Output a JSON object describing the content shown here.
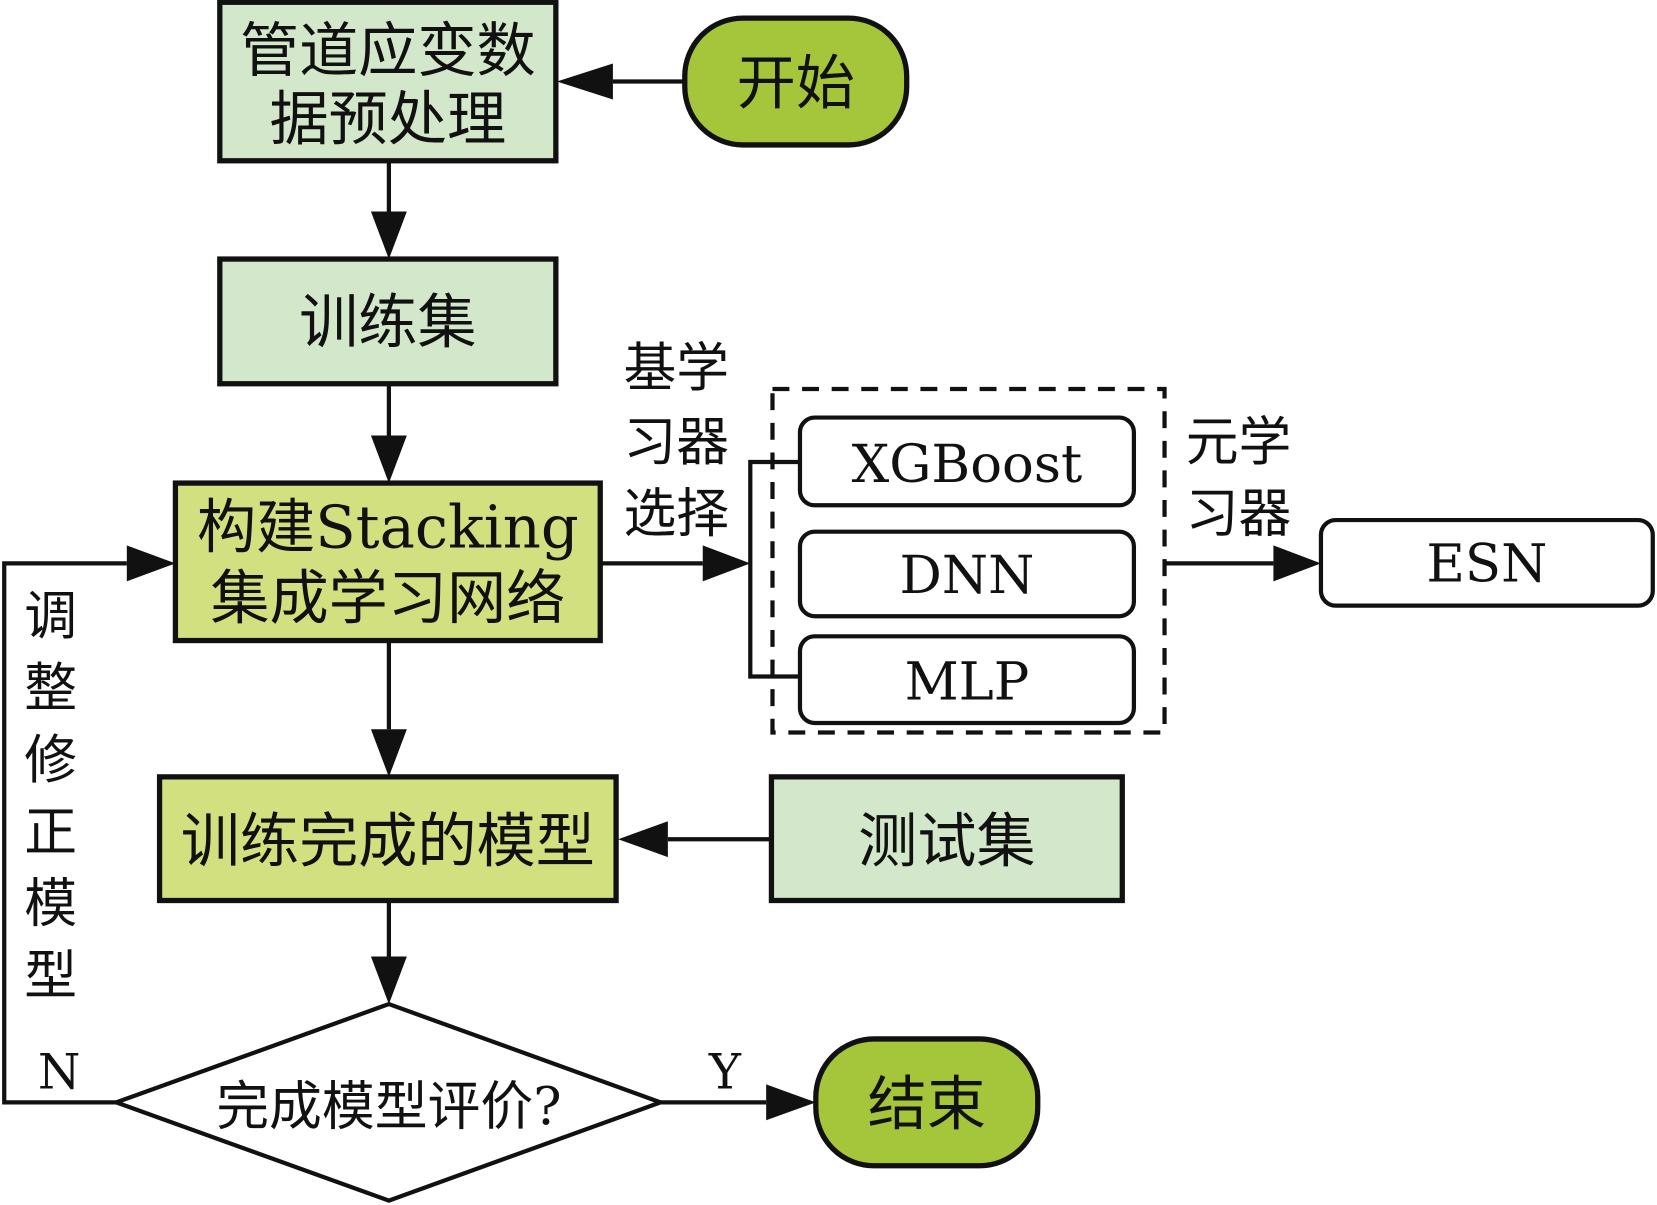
{
  "colors": {
    "light_green": "#d3e7cb",
    "yellow_green": "#d3e07f",
    "terminal_green": "#a5c63b",
    "stroke": "#111111"
  },
  "nodes": {
    "preprocess": {
      "line1": "管道应变数",
      "line2": "据预处理"
    },
    "start": "开始",
    "train_set": "训练集",
    "stacking": {
      "line1": "构建Stacking",
      "line2": "集成学习网络"
    },
    "trained_model": "训练完成的模型",
    "test_set": "测试集",
    "decision": "完成模型评价?",
    "end": "结束",
    "base_learners": [
      "XGBoost",
      "DNN",
      "MLP"
    ],
    "meta_learner": "ESN"
  },
  "labels": {
    "base_select": [
      "基学",
      "习器",
      "选择"
    ],
    "meta": [
      "元学",
      "习器"
    ],
    "adjust": [
      "调",
      "整",
      "修",
      "正",
      "模",
      "型"
    ],
    "no": "N",
    "yes": "Y"
  }
}
